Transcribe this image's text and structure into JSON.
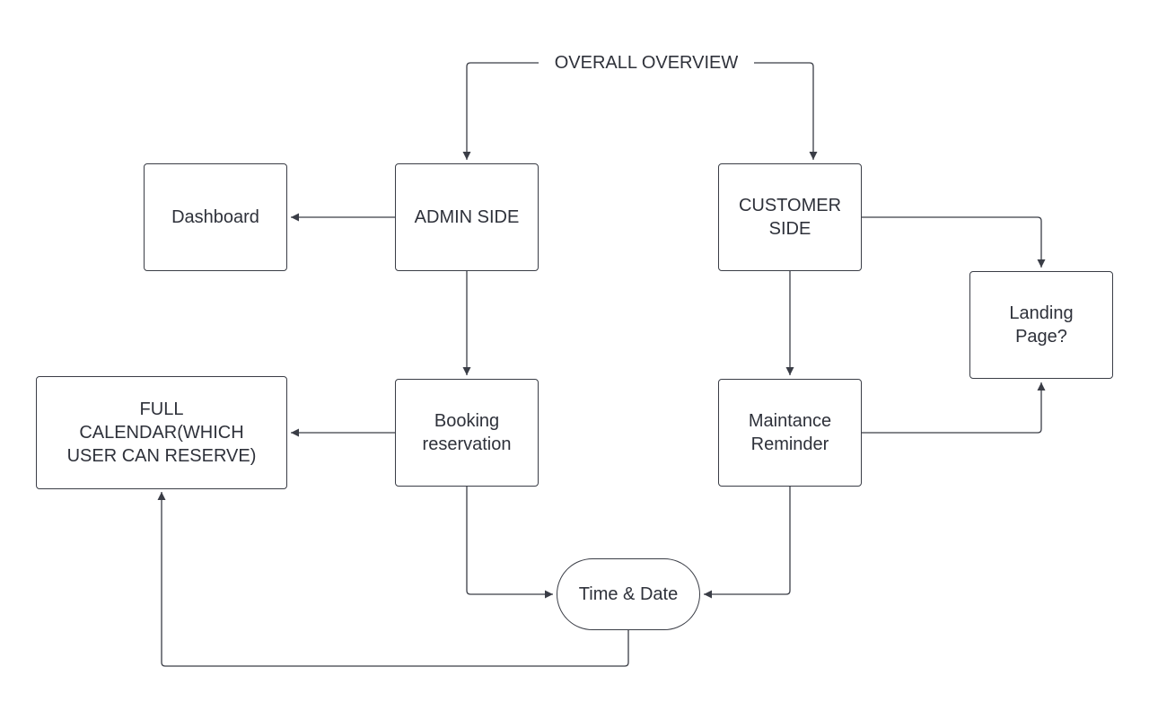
{
  "diagram": {
    "title": "OVERALL OVERVIEW",
    "nodes": {
      "dashboard": "Dashboard",
      "admin_side": "ADMIN SIDE",
      "customer_side": "CUSTOMER\nSIDE",
      "landing_page": "Landing\nPage?",
      "full_calendar": "FULL\nCALENDAR(WHICH\nUSER CAN RESERVE)",
      "booking_reservation": "Booking\nreservation",
      "maintance_reminder": "Maintance\nReminder",
      "time_date": "Time & Date"
    }
  },
  "colors": {
    "stroke": "#3a3d46",
    "text": "#2e313a",
    "background": "#ffffff"
  }
}
